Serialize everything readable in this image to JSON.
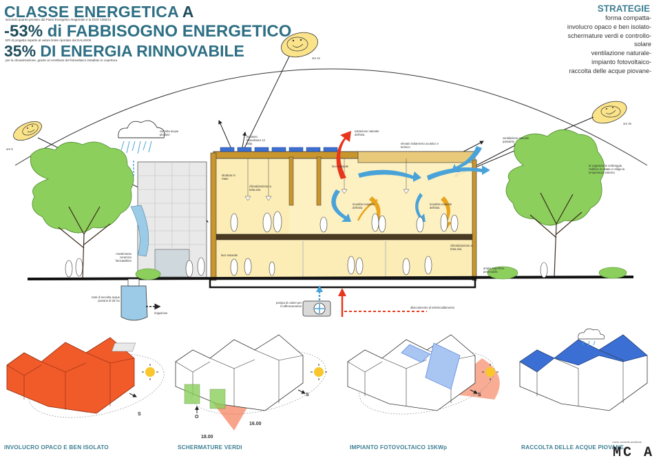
{
  "header": {
    "line1_prefix": "CLASSE ENERGETICA ",
    "line1_grade": "A",
    "line1_note": "secondo quanto previsto dal Piano Energetico Regionale e la DGR 1366/11",
    "line2_percent": "-53%",
    "line2_text": " di FABBISOGNO ENERGETICO",
    "line2_note": "EPi di progetto rispetto al valore limite riportato dal DALI/6/09",
    "line3_percent": "35%",
    "line3_text": " DI ENERGIA RINNOVABILE",
    "line3_note": "per la climatizzazione, grazie al contributo del fotovoltaico installato in copertura"
  },
  "strategies": {
    "title": "STRATEGIE",
    "items": [
      "forma compatta-",
      "involucro opaco e ben isolato-",
      "schermature verdi e controllo-",
      "solare",
      "ventilazione naturale-",
      "impianto fotovoltaico-",
      "raccolta delle acque piovane-"
    ]
  },
  "sun_times": {
    "left": "ore 9",
    "top": "ore 12",
    "right": "ore 15"
  },
  "labels": {
    "rain_collection": "raccolta acque piovane",
    "pv_plant": "impianto fotovoltaico 12 kWp",
    "natural_extraction": "estrazione naturale dell'aria",
    "acoustic_insulation": "elevato isolamento acustico e termico",
    "passive_ventilation": "ventilazione naturale passante",
    "natural_light_top": "luce naturale",
    "wood_structure": "struttura in Xlam",
    "radiant_top": "climatizzazione a tutta aria",
    "recirculation_1": "ricambio naturale dell'aria",
    "recirculation_2": "ricambio naturale dell'aria",
    "vegetation": "la vegetazione ombreggia l'edificio in estate e mitiga la temperatura esterna",
    "ceramic_tiles": "rivestimento ceramico fotocatalitico",
    "natural_light_bottom": "luce naturale",
    "radiant_bottom": "climatizzazione a tutta aria",
    "permeable_surface": "ampia superficie permeabile",
    "tank": "tank di raccolta acque piovane di 20 mc",
    "irrigation": "irrigazione",
    "heat_pump": "pompa di calore per il raffrescamento",
    "district_heating": "allacciamento al teleriscaldamento"
  },
  "diagrams": [
    {
      "caption": "INVOLUCRO OPACO E BEN ISOLATO",
      "south": "S"
    },
    {
      "caption": "SCHERMATURE VERDI",
      "south": "S",
      "north": "O",
      "time_a": "18.00",
      "time_b": "16.00"
    },
    {
      "caption": "IMPIANTO FOTOVOLTAICO 15KWp",
      "south": "S"
    },
    {
      "caption": "RACCOLTA DELLE ACQUE PIOVANE",
      "south": ""
    }
  ],
  "logo": {
    "text": "MC A",
    "sub": "mario cucinella architects"
  },
  "colors": {
    "title": "#2e6f84",
    "insulation": "#f15a29",
    "roof_blue": "#3b6fd4",
    "green_screen": "#8ccf5c",
    "arrow_red": "#e8361c",
    "arrow_blue": "#4aa3d8",
    "interior_yellow": "#fbe9a8"
  }
}
